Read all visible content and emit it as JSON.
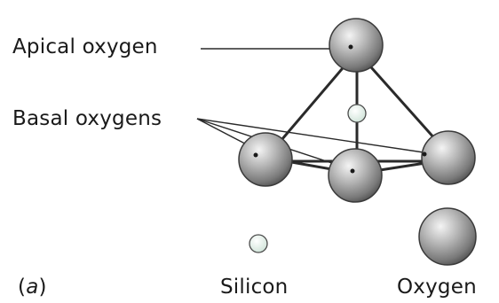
{
  "labels": {
    "apical_oxygen": "Apical oxygen",
    "basal_oxygens": "Basal oxygens",
    "panel_open": "(",
    "panel_letter": "a",
    "panel_close": ")",
    "legend_silicon": "Silicon",
    "legend_oxygen": "Oxygen"
  },
  "colors": {
    "sphere_light": "#f2f2f2",
    "sphere_mid": "#9b9b9b",
    "sphere_dark": "#4a4a4a",
    "silicon_fill": "#e4f0ea",
    "line": "#2a2a2a"
  }
}
